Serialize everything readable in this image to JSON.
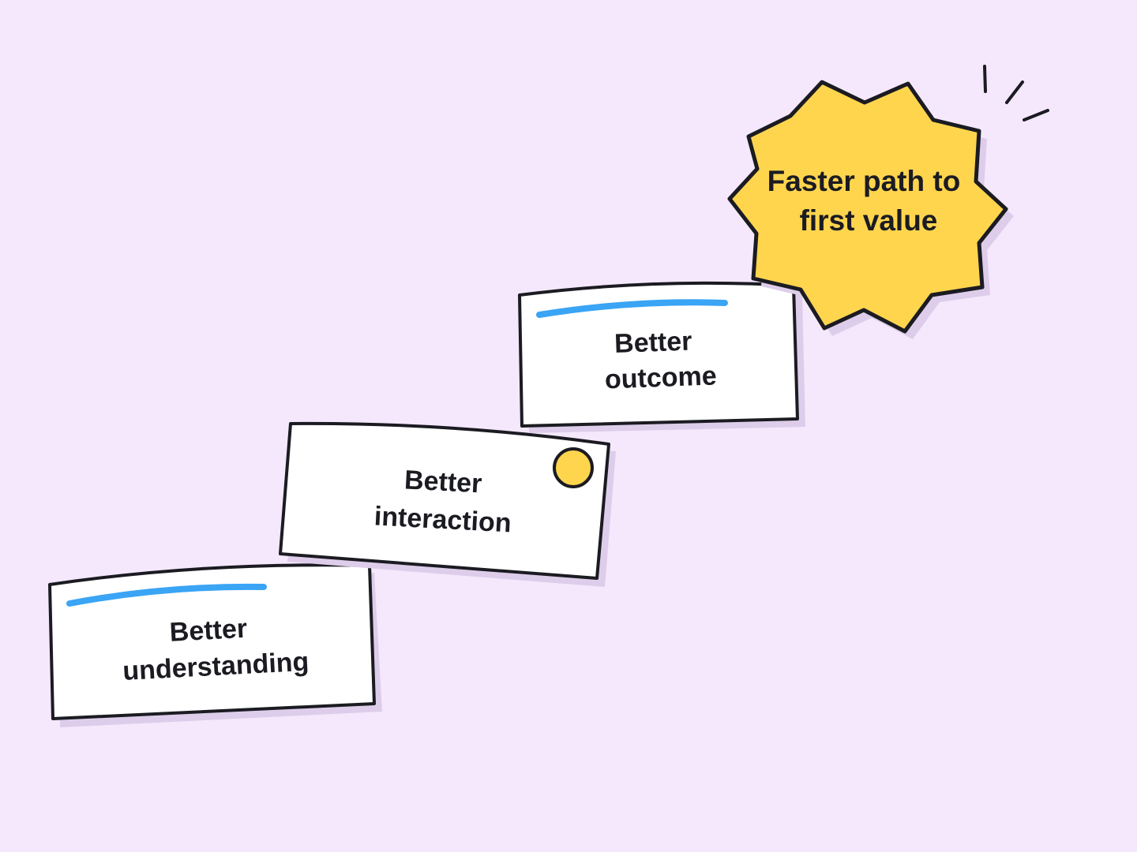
{
  "colors": {
    "background": "#f5e8fd",
    "card": "#ffffff",
    "outline": "#1b1b22",
    "shadow": "#ddcdea",
    "accent_blue": "#3aa4f5",
    "accent_yellow": "#ffd54e"
  },
  "steps": [
    {
      "line1": "Better",
      "line2": "understanding"
    },
    {
      "line1": "Better",
      "line2": "interaction"
    },
    {
      "line1": "Better",
      "line2": "outcome"
    }
  ],
  "goal": {
    "line1": "Faster path to",
    "line2": "first value"
  }
}
